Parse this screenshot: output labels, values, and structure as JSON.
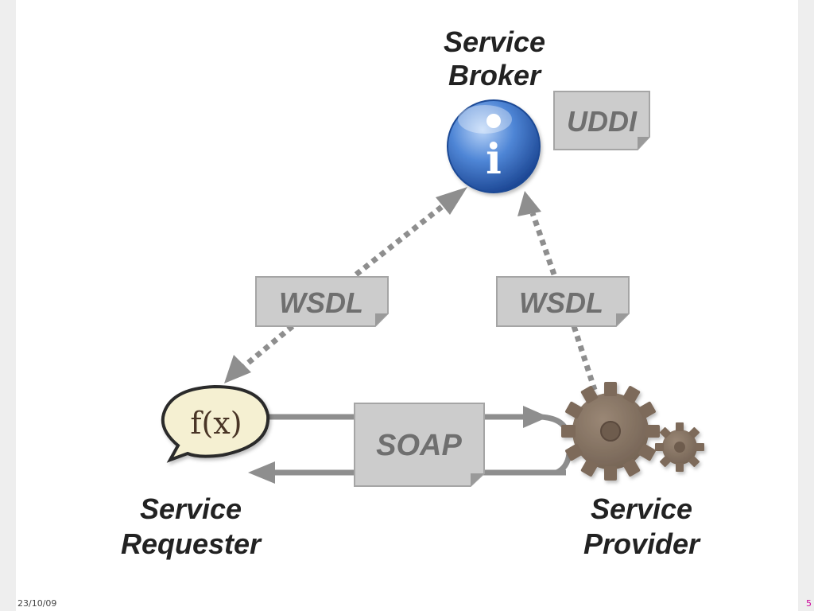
{
  "diagram": {
    "broker": {
      "line1": "Service",
      "line2": "Broker"
    },
    "requester": {
      "line1": "Service",
      "line2": "Requester"
    },
    "provider": {
      "line1": "Service",
      "line2": "Provider"
    },
    "uddi_doc": "UDDI",
    "wsdl_left": "WSDL",
    "wsdl_right": "WSDL",
    "soap_doc": "SOAP",
    "function_symbol": "f(x)",
    "info_symbol": "i"
  },
  "icons": {
    "broker": "info-icon",
    "requester": "speech-bubble-icon",
    "provider": "gears-icon"
  },
  "colors": {
    "doc_fill": "#cccccc",
    "arrow": "#8e8e8e",
    "info_blue": "#2e63b8",
    "gear": "#867363",
    "bubble": "#f5f0d2"
  },
  "footer": {
    "date": "23/10/09",
    "page": "5"
  }
}
